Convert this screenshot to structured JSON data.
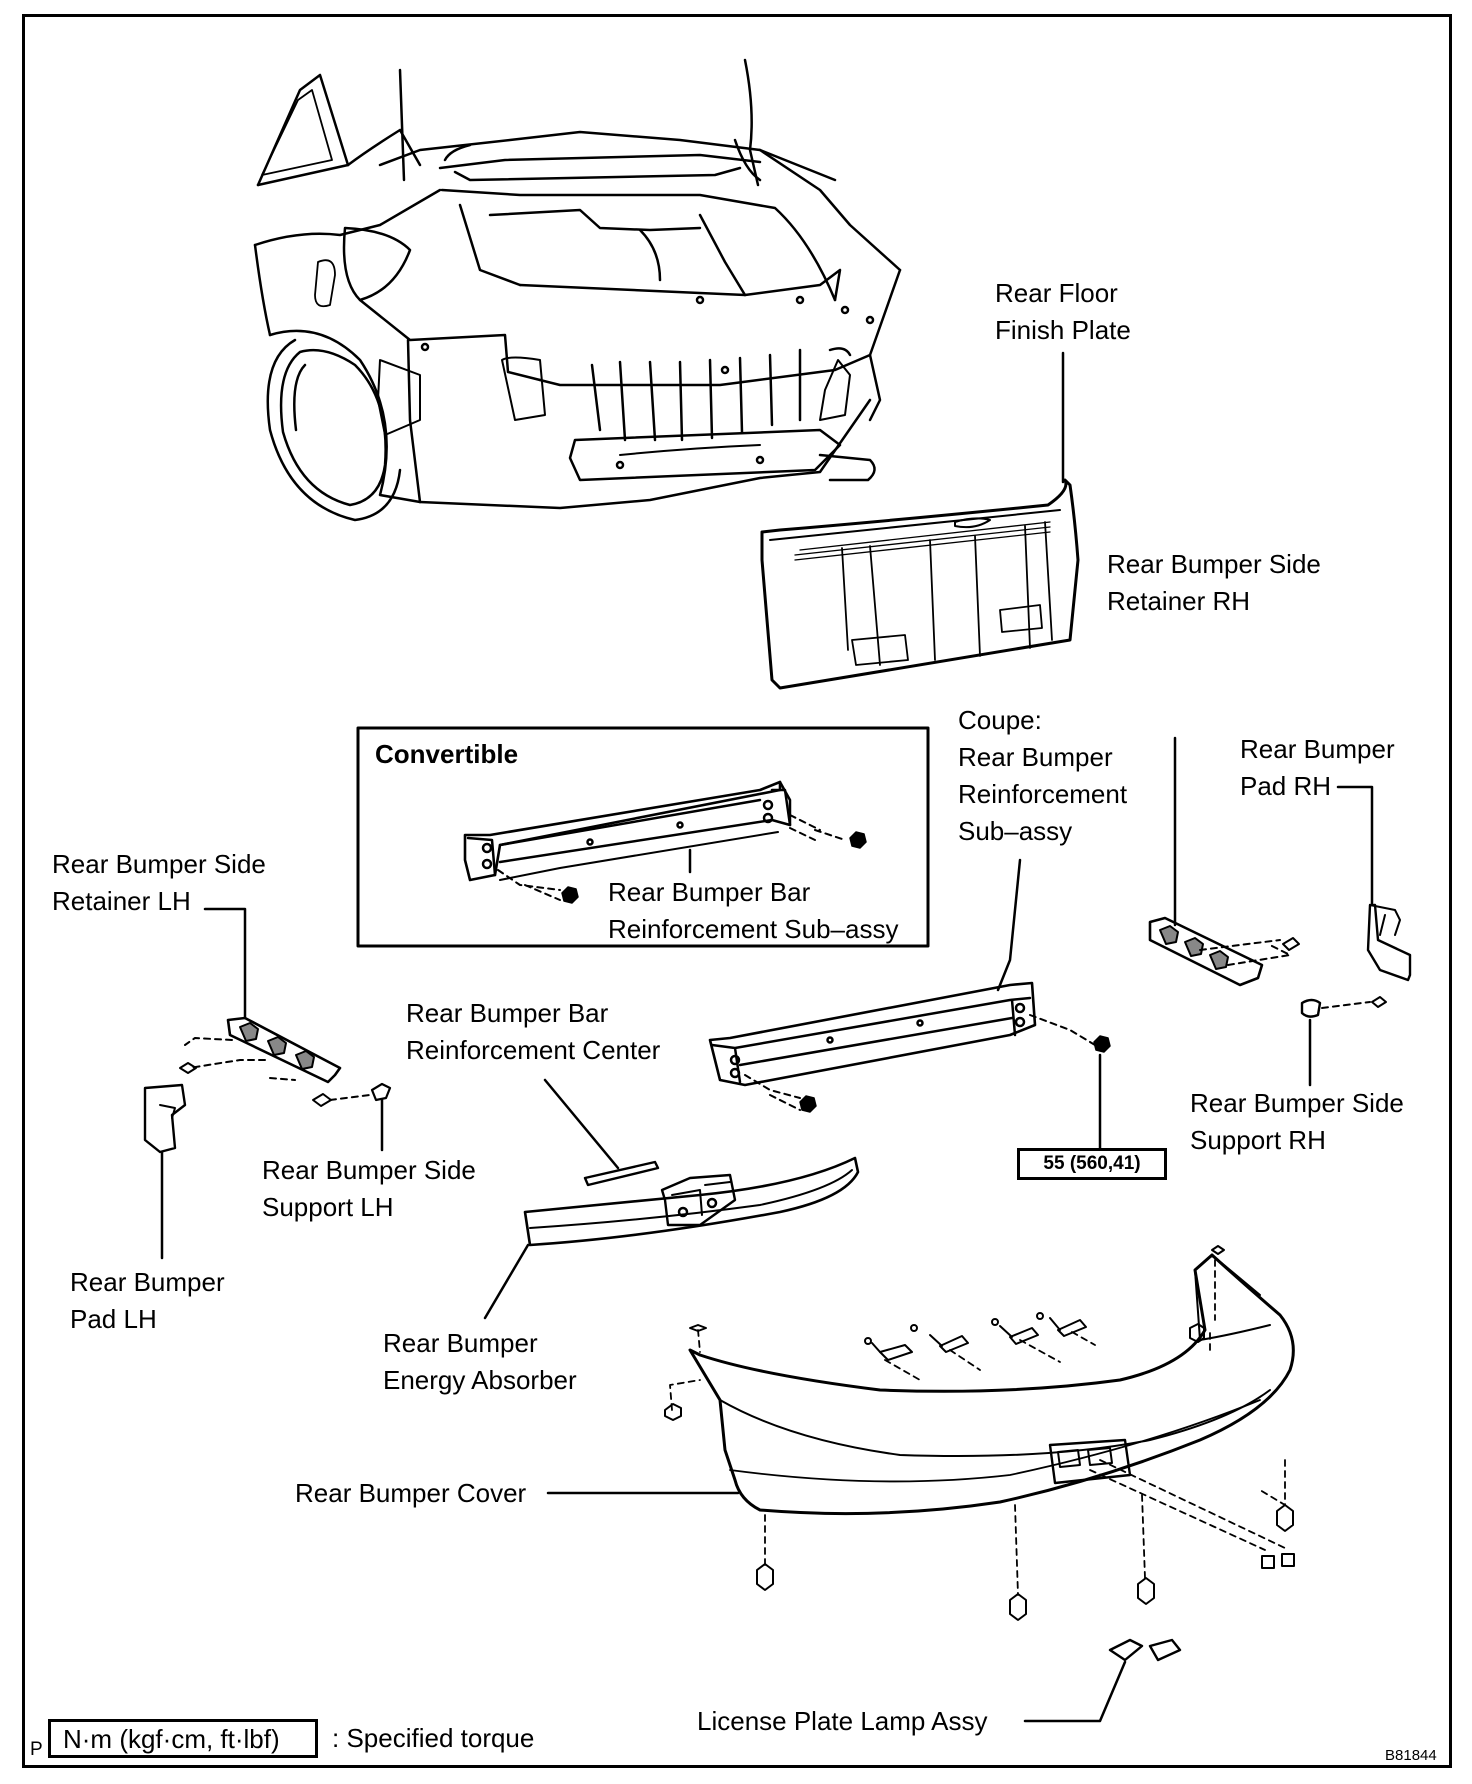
{
  "labels": {
    "rear_floor_finish_plate": [
      "Rear Floor",
      "Finish Plate"
    ],
    "side_retainer_rh": [
      "Rear Bumper Side",
      "Retainer RH"
    ],
    "pad_rh": [
      "Rear Bumper",
      "Pad RH"
    ],
    "coupe_reinforcement": [
      "Coupe:",
      "Rear Bumper",
      "Reinforcement",
      "Sub–assy"
    ],
    "convertible_title": "Convertible",
    "bar_reinforcement_subassy": [
      "Rear Bumper Bar",
      "Reinforcement Sub–assy"
    ],
    "side_retainer_lh": [
      "Rear Bumper Side",
      "Retainer LH"
    ],
    "bar_reinforcement_center": [
      "Rear Bumper Bar",
      "Reinforcement Center"
    ],
    "side_support_lh": [
      "Rear Bumper Side",
      "Support LH"
    ],
    "side_support_rh": [
      "Rear Bumper Side",
      "Support RH"
    ],
    "pad_lh": [
      "Rear Bumper",
      "Pad LH"
    ],
    "energy_absorber": [
      "Rear Bumper",
      "Energy Absorber"
    ],
    "bumper_cover": "Rear Bumper Cover",
    "license_plate_lamp": "License Plate Lamp Assy"
  },
  "torque_value": "55 (560,41)",
  "legend": {
    "units": "N·m (kgf·cm, ft·lbf)",
    "description": ": Specified torque"
  },
  "corner_mark": "P",
  "figure_id": "B81844"
}
